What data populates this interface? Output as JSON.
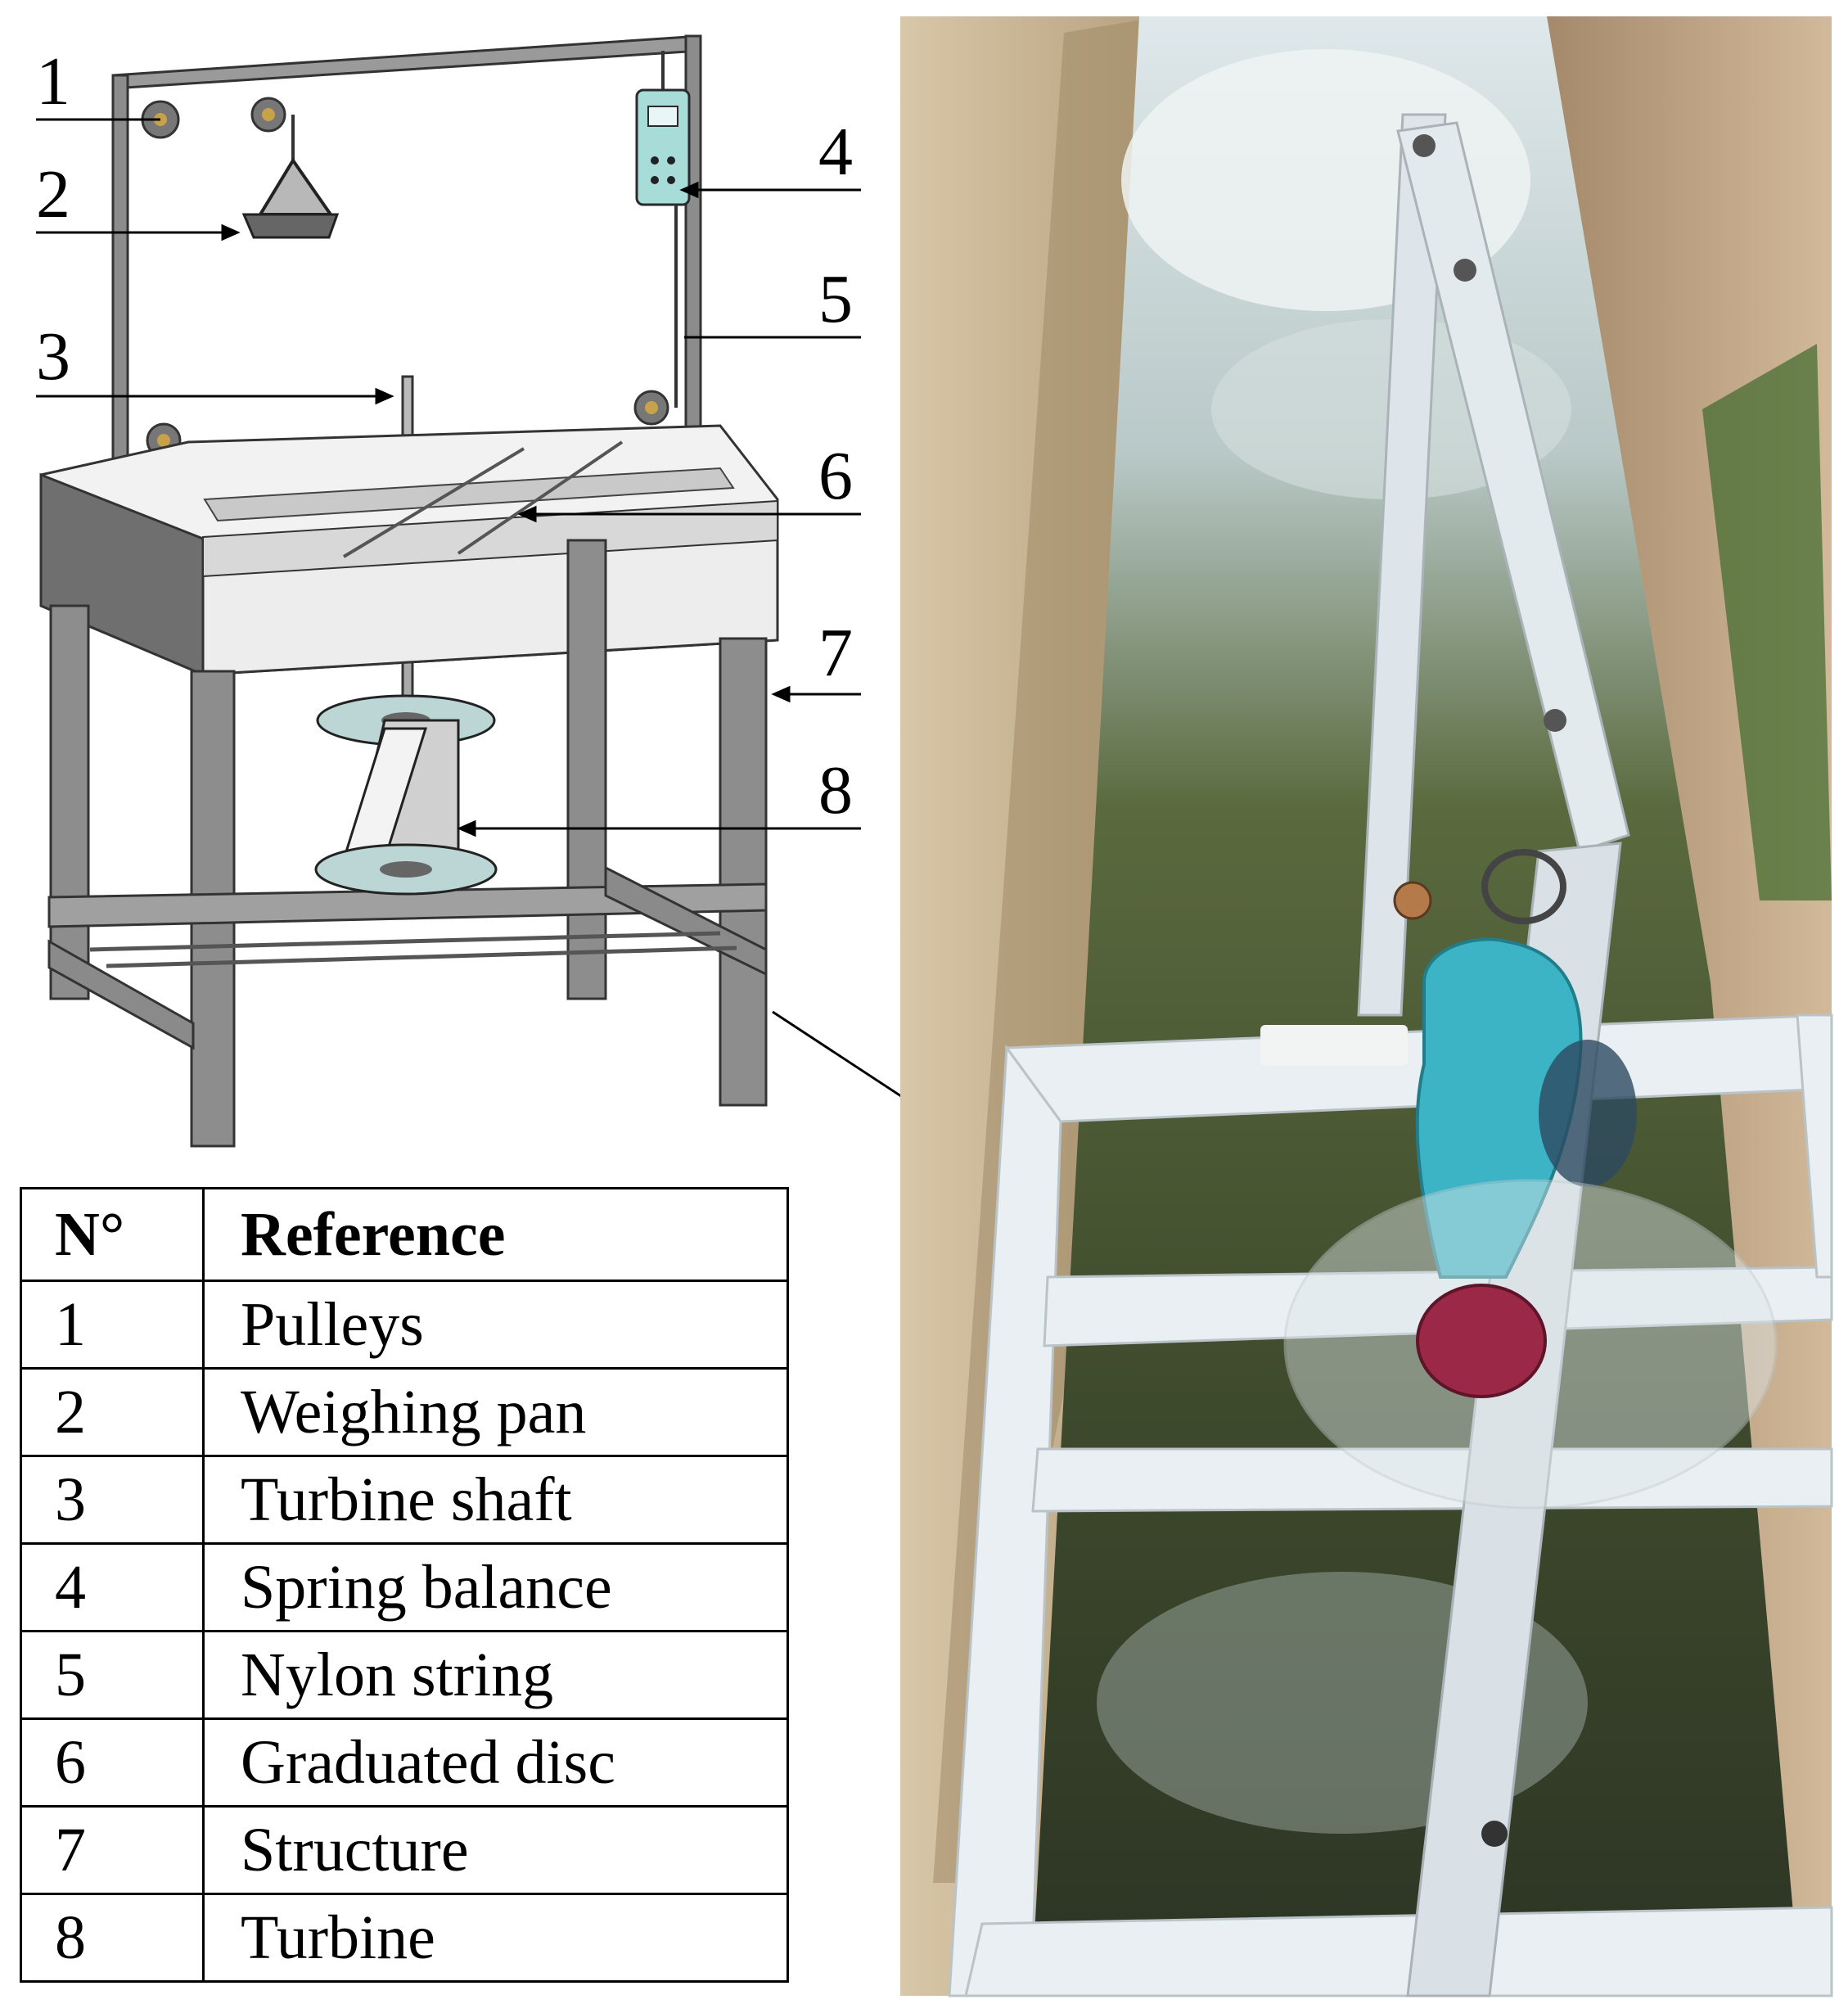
{
  "callouts": [
    "1",
    "2",
    "3",
    "4",
    "5",
    "6",
    "7",
    "8"
  ],
  "table": {
    "headers": [
      "N°",
      "Reference"
    ],
    "rows": [
      {
        "n": "1",
        "ref": "Pulleys"
      },
      {
        "n": "2",
        "ref": "Weighing pan"
      },
      {
        "n": "3",
        "ref": "Turbine shaft"
      },
      {
        "n": "4",
        "ref": "Spring balance"
      },
      {
        "n": "5",
        "ref": "Nylon string"
      },
      {
        "n": "6",
        "ref": "Graduated disc"
      },
      {
        "n": "7",
        "ref": "Structure"
      },
      {
        "n": "8",
        "ref": "Turbine"
      }
    ]
  },
  "colors": {
    "frame_gray": "#8a8a8a",
    "frame_light": "#e8e8e8",
    "balance_teal": "#a8dcd8",
    "channel_concrete": "#c9b89e",
    "water_dark": "#3f4a2e",
    "water_foam": "#e6eeee",
    "device_blue": "#3db5c8",
    "device_red": "#9b2846",
    "white_frame": "#ecf2f6"
  }
}
